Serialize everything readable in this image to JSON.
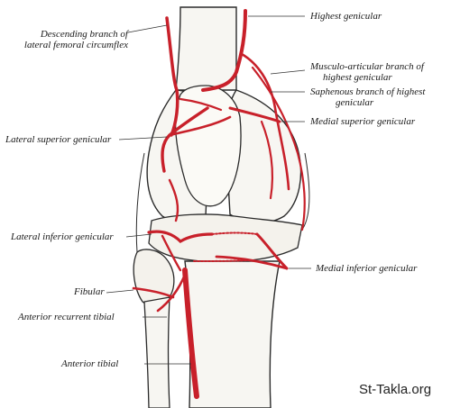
{
  "labels": {
    "descending_branch_line1": "Descending branch of",
    "descending_branch_line2": "lateral femoral circumflex",
    "highest_genicular": "Highest genicular",
    "musculo_articular_line1": "Musculo-articular branch of",
    "musculo_articular_line2": "highest genicular",
    "saphenous_line1": "Saphenous branch of highest",
    "saphenous_line2": "genicular",
    "medial_superior_genicular": "Medial superior genicular",
    "lateral_superior_genicular": "Lateral superior genicular",
    "lateral_inferior_genicular": "Lateral inferior genicular",
    "medial_inferior_genicular": "Medial inferior genicular",
    "fibular": "Fibular",
    "anterior_recurrent_tibial": "Anterior recurrent tibial",
    "anterior_tibial": "Anterior tibial"
  },
  "watermark": "St-Takla.org",
  "colors": {
    "artery": "#c8202a",
    "bone_outline": "#2a2a2a",
    "leader_line": "#333333",
    "background": "#ffffff"
  }
}
